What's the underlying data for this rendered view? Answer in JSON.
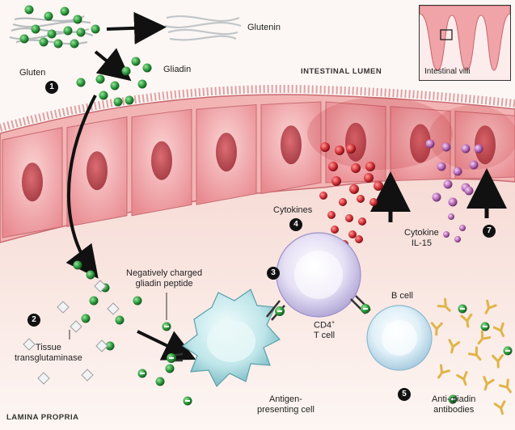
{
  "labels": {
    "gluten": "Gluten",
    "glutenin": "Glutenin",
    "gliadin": "Gliadin",
    "intestinal_lumen": "INTESTINAL LUMEN",
    "intestinal_villi": "Intestinal villi",
    "cytokines": "Cytokines",
    "cytokine_il15_line1": "Cytokine",
    "cytokine_il15_line2": "IL-15",
    "neg_peptide_line1": "Negatively charged",
    "neg_peptide_line2": "gliadin peptide",
    "cd4_line1": "CD4",
    "cd4_sup": "+",
    "cd4_line2": "T cell",
    "b_cell": "B cell",
    "tissue_tg_line1": "Tissue",
    "tissue_tg_line2": "transglutaminase",
    "apc_line1": "Antigen-",
    "apc_line2": "presenting cell",
    "antibodies_line1": "Anti-gliadin",
    "antibodies_line2": "antibodies",
    "lamina_propria": "LAMINA PROPRIA"
  },
  "steps": [
    "1",
    "2",
    "3",
    "4",
    "5",
    "7"
  ],
  "colors": {
    "gliadin": "#2f9e3f",
    "cytokine": "#d6343a",
    "il15": "#b86ab8",
    "cell_pink": "#f2a9ad",
    "apc": "#bfe6ea",
    "tcell": "#d9d2ee",
    "bcell": "#d7ebf3",
    "antibody": "#e8c35a"
  }
}
